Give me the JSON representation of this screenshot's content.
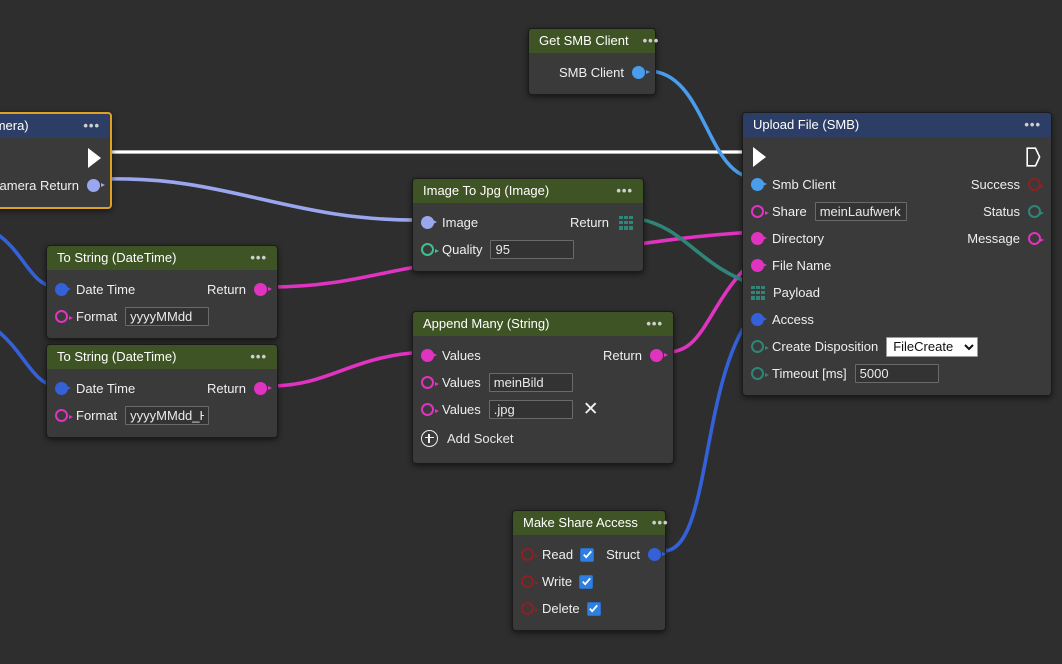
{
  "canvas": {
    "background": "#2e2e2e",
    "header_green": "#3e5424",
    "header_blue": "#2d3e66",
    "node_body": "#3a3a3a",
    "selection_color": "#e0a020"
  },
  "colors": {
    "exec_white": "#ffffff",
    "blue": "#4a9cec",
    "periwinkle": "#9aa6ee",
    "magenta": "#e033c0",
    "teal": "#2f8578",
    "royal_blue": "#3461d8",
    "dark_red": "#8e2020",
    "green_ring": "#3fbf8f",
    "pink_ring": "#e033c0"
  },
  "nodes": [
    {
      "id": "get-smb-client",
      "title": "Get SMB Client",
      "menu": "•••",
      "header_style": "green",
      "outputs": [
        {
          "label": "SMB Client",
          "socket": "filled",
          "color": "blue"
        }
      ]
    },
    {
      "id": "upload-file-smb",
      "title": "Upload File (SMB)",
      "menu": "•••",
      "header_style": "blue",
      "exec_in": true,
      "exec_out": true,
      "inputs": [
        {
          "label": "Smb Client",
          "socket": "filled",
          "color": "blue"
        },
        {
          "label": "Share",
          "socket": "ring",
          "color": "magenta",
          "value": "meinLaufwerk",
          "control": "text"
        },
        {
          "label": "Directory",
          "socket": "filled",
          "color": "magenta"
        },
        {
          "label": "File Name",
          "socket": "filled",
          "color": "magenta"
        },
        {
          "label": "Payload",
          "socket": "grid",
          "color": "teal"
        },
        {
          "label": "Access",
          "socket": "filled",
          "color": "royal_blue"
        },
        {
          "label": "Create Disposition",
          "socket": "ring",
          "color": "teal",
          "value": "FileCreate",
          "control": "select",
          "options": [
            "FileCreate"
          ]
        },
        {
          "label": "Timeout [ms]",
          "socket": "ring",
          "color": "teal",
          "value": "5000",
          "control": "text"
        }
      ],
      "outputs": [
        {
          "label": "Success",
          "socket": "ring",
          "color": "dark_red"
        },
        {
          "label": "Status",
          "socket": "ring",
          "color": "teal"
        },
        {
          "label": "Message",
          "socket": "ring",
          "color": "magenta"
        }
      ]
    },
    {
      "id": "image-camera",
      "title": "Image (Camera)",
      "menu": "•••",
      "header_style": "blue",
      "selected": true,
      "exec_out": true,
      "outputs": [
        {
          "label": "Camera   Return",
          "socket": "filled",
          "color": "periwinkle"
        }
      ]
    },
    {
      "id": "image-to-jpg",
      "title": "Image To Jpg (Image)",
      "menu": "•••",
      "header_style": "green",
      "inputs": [
        {
          "label": "Image",
          "socket": "filled",
          "color": "periwinkle"
        },
        {
          "label": "Quality",
          "socket": "ring",
          "color": "green_ring",
          "value": "95",
          "control": "text"
        }
      ],
      "outputs": [
        {
          "label": "Return",
          "socket": "grid",
          "color": "teal"
        }
      ]
    },
    {
      "id": "to-string-datetime-1",
      "title": "To String (DateTime)",
      "menu": "•••",
      "header_style": "green",
      "inputs": [
        {
          "label": "Date Time",
          "socket": "filled",
          "color": "royal_blue"
        },
        {
          "label": "Format",
          "socket": "ring",
          "color": "pink_ring",
          "value": "yyyyMMdd",
          "control": "text"
        }
      ],
      "outputs": [
        {
          "label": "Return",
          "socket": "filled",
          "color": "magenta"
        }
      ]
    },
    {
      "id": "to-string-datetime-2",
      "title": "To String (DateTime)",
      "menu": "•••",
      "header_style": "green",
      "inputs": [
        {
          "label": "Date Time",
          "socket": "filled",
          "color": "royal_blue"
        },
        {
          "label": "Format",
          "socket": "ring",
          "color": "pink_ring",
          "value": "yyyyMMdd_HH",
          "control": "text"
        }
      ],
      "outputs": [
        {
          "label": "Return",
          "socket": "filled",
          "color": "magenta"
        }
      ]
    },
    {
      "id": "append-many-string",
      "title": "Append Many (String)",
      "menu": "•••",
      "header_style": "green",
      "inputs": [
        {
          "label": "Values",
          "socket": "filled",
          "color": "magenta"
        },
        {
          "label": "Values",
          "socket": "ring",
          "color": "pink_ring",
          "value": "meinBild",
          "control": "text"
        },
        {
          "label": "Values",
          "socket": "ring",
          "color": "pink_ring",
          "value": ".jpg",
          "control": "text",
          "remove": "✕"
        }
      ],
      "outputs": [
        {
          "label": "Return",
          "socket": "filled",
          "color": "magenta"
        }
      ],
      "add_socket_label": "Add Socket"
    },
    {
      "id": "make-share-access",
      "title": "Make Share Access",
      "menu": "•••",
      "header_style": "green",
      "inputs": [
        {
          "label": "Read",
          "socket": "ring",
          "color": "dark_red",
          "control": "checkbox",
          "checked": true
        },
        {
          "label": "Write",
          "socket": "ring",
          "color": "dark_red",
          "control": "checkbox",
          "checked": true
        },
        {
          "label": "Delete",
          "socket": "ring",
          "color": "dark_red",
          "control": "checkbox",
          "checked": true
        }
      ],
      "outputs": [
        {
          "label": "Struct",
          "socket": "filled",
          "color": "royal_blue"
        }
      ]
    }
  ]
}
